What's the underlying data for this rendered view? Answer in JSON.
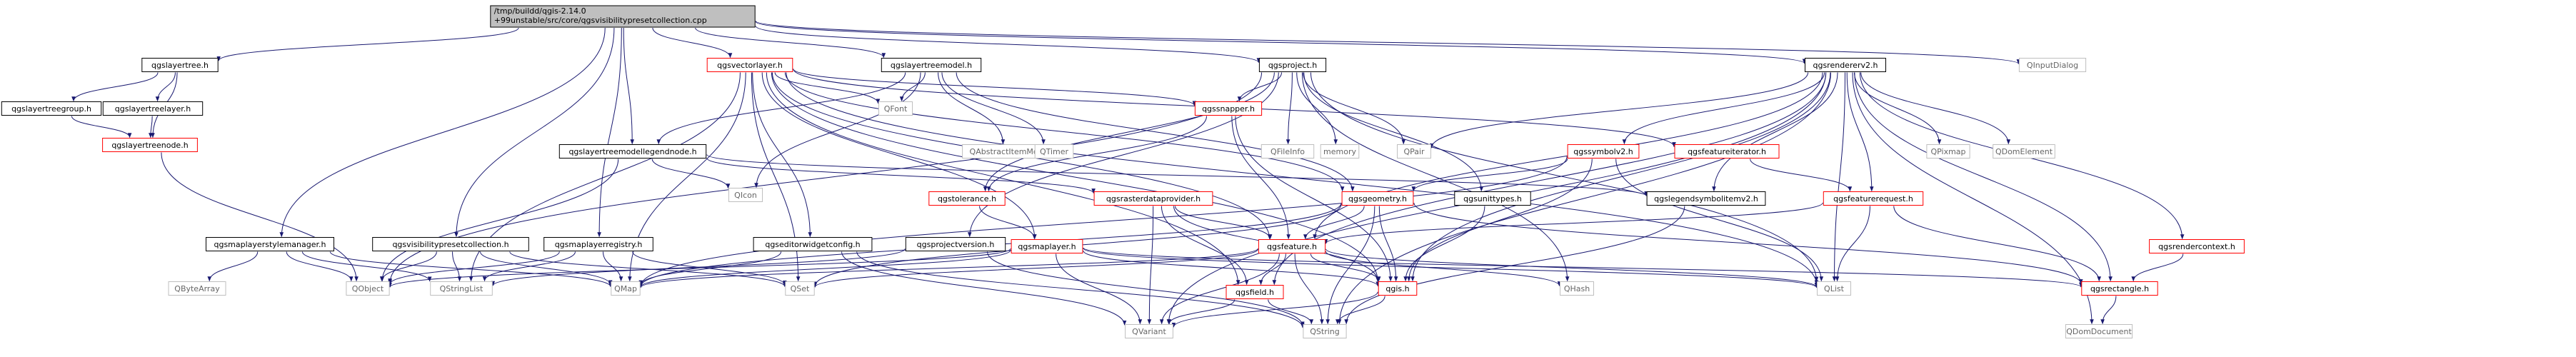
{
  "colors": {
    "root_fill": "#bfbfbf",
    "box_stroke": "#000000",
    "linked_stroke": "#ff0000",
    "external_stroke": "#bfbfbf",
    "external_text": "#666666",
    "text": "#000000",
    "edge": "#191970"
  },
  "nodes": [
    {
      "id": "root",
      "lines": [
        "/tmp/buildd/qgis-2.14.0",
        "+99unstable/src/core/qgsvisibilitypresetcollection.cpp"
      ],
      "kind": "root"
    },
    {
      "id": "qgslayertree",
      "lines": [
        "qgslayertree.h"
      ],
      "kind": "normal"
    },
    {
      "id": "qgsvectorlayer",
      "lines": [
        "qgsvectorlayer.h"
      ],
      "kind": "linked"
    },
    {
      "id": "qgslayertreemodel",
      "lines": [
        "qgslayertreemodel.h"
      ],
      "kind": "normal"
    },
    {
      "id": "qgsproject",
      "lines": [
        "qgsproject.h"
      ],
      "kind": "normal"
    },
    {
      "id": "qgsrendererv2",
      "lines": [
        "qgsrendererv2.h"
      ],
      "kind": "normal"
    },
    {
      "id": "QInputDialog",
      "lines": [
        "QInputDialog"
      ],
      "kind": "external"
    },
    {
      "id": "qgslayertreegroup",
      "lines": [
        "qgslayertreegroup.h"
      ],
      "kind": "normal"
    },
    {
      "id": "qgslayertreelayer",
      "lines": [
        "qgslayertreelayer.h"
      ],
      "kind": "normal"
    },
    {
      "id": "qgslayertreenode",
      "lines": [
        "qgslayertreenode.h"
      ],
      "kind": "linked"
    },
    {
      "id": "qgslayertreemodellegendnode",
      "lines": [
        "qgslayertreemodellegendnode.h"
      ],
      "kind": "normal"
    },
    {
      "id": "QFont",
      "lines": [
        "QFont"
      ],
      "kind": "external"
    },
    {
      "id": "QAbstractItemModel",
      "lines": [
        "QAbstractItemModel"
      ],
      "kind": "external"
    },
    {
      "id": "QTimer",
      "lines": [
        "QTimer"
      ],
      "kind": "external"
    },
    {
      "id": "qgssnapper",
      "lines": [
        "qgssnapper.h"
      ],
      "kind": "linked"
    },
    {
      "id": "QFileInfo",
      "lines": [
        "QFileInfo"
      ],
      "kind": "external"
    },
    {
      "id": "memory",
      "lines": [
        "memory"
      ],
      "kind": "external"
    },
    {
      "id": "QPair",
      "lines": [
        "QPair"
      ],
      "kind": "external"
    },
    {
      "id": "qgssymbolv2",
      "lines": [
        "qgssymbolv2.h"
      ],
      "kind": "linked"
    },
    {
      "id": "qgsfeatureiterator",
      "lines": [
        "qgsfeatureiterator.h"
      ],
      "kind": "linked"
    },
    {
      "id": "QPixmap",
      "lines": [
        "QPixmap"
      ],
      "kind": "external"
    },
    {
      "id": "QDomElement",
      "lines": [
        "QDomElement"
      ],
      "kind": "external"
    },
    {
      "id": "QIcon",
      "lines": [
        "QIcon"
      ],
      "kind": "external"
    },
    {
      "id": "qgstolerance",
      "lines": [
        "qgstolerance.h"
      ],
      "kind": "linked"
    },
    {
      "id": "qgsrasterdataprovider",
      "lines": [
        "qgsrasterdataprovider.h"
      ],
      "kind": "linked"
    },
    {
      "id": "qgsgeometry",
      "lines": [
        "qgsgeometry.h"
      ],
      "kind": "linked"
    },
    {
      "id": "qgsunittypes",
      "lines": [
        "qgsunittypes.h"
      ],
      "kind": "normal"
    },
    {
      "id": "qgslegendsymbolitemv2",
      "lines": [
        "qgslegendsymbolitemv2.h"
      ],
      "kind": "normal"
    },
    {
      "id": "qgsfeaturerequest",
      "lines": [
        "qgsfeaturerequest.h"
      ],
      "kind": "linked"
    },
    {
      "id": "qgsmaplayerstylemanager",
      "lines": [
        "qgsmaplayerstylemanager.h"
      ],
      "kind": "normal"
    },
    {
      "id": "qgsvisibilitypresetcollection",
      "lines": [
        "qgsvisibilitypresetcollection.h"
      ],
      "kind": "normal"
    },
    {
      "id": "qgsmaplayerregistry",
      "lines": [
        "qgsmaplayerregistry.h"
      ],
      "kind": "normal"
    },
    {
      "id": "qgseditorwidgetconfig",
      "lines": [
        "qgseditorwidgetconfig.h"
      ],
      "kind": "normal"
    },
    {
      "id": "qgsprojectversion",
      "lines": [
        "qgsprojectversion.h"
      ],
      "kind": "normal"
    },
    {
      "id": "qgsmaplayer",
      "lines": [
        "qgsmaplayer.h"
      ],
      "kind": "linked"
    },
    {
      "id": "qgsfeature",
      "lines": [
        "qgsfeature.h"
      ],
      "kind": "linked"
    },
    {
      "id": "qgsrendercontext",
      "lines": [
        "qgsrendercontext.h"
      ],
      "kind": "linked"
    },
    {
      "id": "QByteArray",
      "lines": [
        "QByteArray"
      ],
      "kind": "external"
    },
    {
      "id": "QObject",
      "lines": [
        "QObject"
      ],
      "kind": "external"
    },
    {
      "id": "QStringList",
      "lines": [
        "QStringList"
      ],
      "kind": "external"
    },
    {
      "id": "QMap",
      "lines": [
        "QMap"
      ],
      "kind": "external"
    },
    {
      "id": "QSet",
      "lines": [
        "QSet"
      ],
      "kind": "external"
    },
    {
      "id": "qgis",
      "lines": [
        "qgis.h"
      ],
      "kind": "linked"
    },
    {
      "id": "QHash",
      "lines": [
        "QHash"
      ],
      "kind": "external"
    },
    {
      "id": "QList",
      "lines": [
        "QList"
      ],
      "kind": "external"
    },
    {
      "id": "qgsrectangle",
      "lines": [
        "qgsrectangle.h"
      ],
      "kind": "linked"
    },
    {
      "id": "qgsfield",
      "lines": [
        "qgsfield.h"
      ],
      "kind": "linked"
    },
    {
      "id": "QVariant",
      "lines": [
        "QVariant"
      ],
      "kind": "external"
    },
    {
      "id": "QString",
      "lines": [
        "QString"
      ],
      "kind": "external"
    },
    {
      "id": "QDomDocument",
      "lines": [
        "QDomDocument"
      ],
      "kind": "external"
    }
  ],
  "edges": [
    [
      "root",
      "qgslayertree"
    ],
    [
      "root",
      "qgsvectorlayer"
    ],
    [
      "root",
      "qgslayertreemodel"
    ],
    [
      "root",
      "qgsproject"
    ],
    [
      "root",
      "qgsrendererv2"
    ],
    [
      "root",
      "QInputDialog"
    ],
    [
      "root",
      "qgsmaplayerstylemanager"
    ],
    [
      "root",
      "qgsvisibilitypresetcollection"
    ],
    [
      "root",
      "qgsmaplayerregistry"
    ],
    [
      "root",
      "qgslayertreemodellegendnode"
    ],
    [
      "qgslayertree",
      "qgslayertreegroup"
    ],
    [
      "qgslayertree",
      "qgslayertreelayer"
    ],
    [
      "qgslayertree",
      "qgslayertreenode"
    ],
    [
      "qgslayertreegroup",
      "qgslayertreenode"
    ],
    [
      "qgslayertreelayer",
      "qgslayertreenode"
    ],
    [
      "qgslayertreenode",
      "QObject"
    ],
    [
      "qgsvectorlayer",
      "QFont"
    ],
    [
      "qgsvectorlayer",
      "QSet"
    ],
    [
      "qgsvectorlayer",
      "QList"
    ],
    [
      "qgsvectorlayer",
      "QMap"
    ],
    [
      "qgsvectorlayer",
      "QStringList"
    ],
    [
      "qgsvectorlayer",
      "qgsmaplayer"
    ],
    [
      "qgsvectorlayer",
      "qgsfeature"
    ],
    [
      "qgsvectorlayer",
      "qgsfeatureiterator"
    ],
    [
      "qgsvectorlayer",
      "qgseditorwidgetconfig"
    ],
    [
      "qgsvectorlayer",
      "qgsfield"
    ],
    [
      "qgsvectorlayer",
      "qgssnapper"
    ],
    [
      "qgsvectorlayer",
      "qgis"
    ],
    [
      "qgsvectorlayer",
      "qgsgeometry"
    ],
    [
      "qgslayertreemodel",
      "QAbstractItemModel"
    ],
    [
      "qgslayertreemodel",
      "QTimer"
    ],
    [
      "qgslayertreemodel",
      "QIcon"
    ],
    [
      "qgslayertreemodel",
      "QFont"
    ],
    [
      "qgslayertreemodel",
      "qgsgeometry"
    ],
    [
      "qgslayertreemodel",
      "qgslayertreemodellegendnode"
    ],
    [
      "qgslayertreemodellegendnode",
      "QIcon"
    ],
    [
      "qgslayertreemodellegendnode",
      "qgslegendsymbolitemv2"
    ],
    [
      "qgslayertreemodellegendnode",
      "QObject"
    ],
    [
      "qgslayertreemodellegendnode",
      "qgsrasterdataprovider"
    ],
    [
      "qgsproject",
      "memory"
    ],
    [
      "qgsproject",
      "QFileInfo"
    ],
    [
      "qgsproject",
      "QPair"
    ],
    [
      "qgsproject",
      "qgssnapper"
    ],
    [
      "qgsproject",
      "qgsunittypes"
    ],
    [
      "qgsproject",
      "qgsprojectversion"
    ],
    [
      "qgsproject",
      "QHash"
    ],
    [
      "qgsproject",
      "QList"
    ],
    [
      "qgsproject",
      "QObject"
    ],
    [
      "qgsproject",
      "qgstolerance"
    ],
    [
      "qgsrendererv2",
      "QList"
    ],
    [
      "qgsrendererv2",
      "QString"
    ],
    [
      "qgsrendererv2",
      "QVariant"
    ],
    [
      "qgsrendererv2",
      "QPair"
    ],
    [
      "qgsrendererv2",
      "QPixmap"
    ],
    [
      "qgsrendererv2",
      "QDomElement"
    ],
    [
      "qgsrendererv2",
      "qgis"
    ],
    [
      "qgsrendererv2",
      "qgsrectangle"
    ],
    [
      "qgsrendererv2",
      "qgsfeature"
    ],
    [
      "qgsrendererv2",
      "qgssymbolv2"
    ],
    [
      "qgsrendererv2",
      "qgsfield"
    ],
    [
      "qgsrendererv2",
      "qgsfeaturerequest"
    ],
    [
      "qgsrendererv2",
      "qgslegendsymbolitemv2"
    ],
    [
      "qgsrendererv2",
      "qgsrendercontext"
    ],
    [
      "qgsrendererv2",
      "QDomDocument"
    ],
    [
      "qgssnapper",
      "qgstolerance"
    ],
    [
      "qgssnapper",
      "qgsfeature"
    ],
    [
      "qgssnapper",
      "qgis"
    ],
    [
      "qgssymbolv2",
      "qgis"
    ],
    [
      "qgssymbolv2",
      "QMap"
    ],
    [
      "qgssymbolv2",
      "qgsgeometry"
    ],
    [
      "qgssymbolv2",
      "QList"
    ],
    [
      "qgsfeatureiterator",
      "qgsfeaturerequest"
    ],
    [
      "qgsfeaturerequest",
      "qgsfeature"
    ],
    [
      "qgsfeaturerequest",
      "qgsrectangle"
    ],
    [
      "qgsfeaturerequest",
      "QList"
    ],
    [
      "qgstolerance",
      "qgsmaplayer"
    ],
    [
      "qgsrasterdataprovider",
      "qgsfield"
    ],
    [
      "qgsrasterdataprovider",
      "qgsfeature"
    ],
    [
      "qgsrasterdataprovider",
      "QVariant"
    ],
    [
      "qgsrasterdataprovider",
      "qgis"
    ],
    [
      "qgsgeometry",
      "qgsfeature"
    ],
    [
      "qgsgeometry",
      "qgis"
    ],
    [
      "qgsgeometry",
      "QString"
    ],
    [
      "qgsgeometry",
      "qgsrectangle"
    ],
    [
      "qgsgeometry",
      "QSet"
    ],
    [
      "qgsgeometry",
      "QMap"
    ],
    [
      "qgsunittypes",
      "qgis"
    ],
    [
      "qgslegendsymbolitemv2",
      "QString"
    ],
    [
      "qgsmaplayerstylemanager",
      "QByteArray"
    ],
    [
      "qgsmaplayerstylemanager",
      "QObject"
    ],
    [
      "qgsmaplayerstylemanager",
      "QStringList"
    ],
    [
      "qgsmaplayerstylemanager",
      "QMap"
    ],
    [
      "qgsvisibilitypresetcollection",
      "QObject"
    ],
    [
      "qgsvisibilitypresetcollection",
      "QStringList"
    ],
    [
      "qgsvisibilitypresetcollection",
      "QMap"
    ],
    [
      "qgsvisibilitypresetcollection",
      "QSet"
    ],
    [
      "qgsmaplayerregistry",
      "QObject"
    ],
    [
      "qgsmaplayerregistry",
      "QStringList"
    ],
    [
      "qgsmaplayerregistry",
      "QMap"
    ],
    [
      "qgsmaplayerregistry",
      "QSet"
    ],
    [
      "qgseditorwidgetconfig",
      "QMap"
    ],
    [
      "qgseditorwidgetconfig",
      "QString"
    ],
    [
      "qgseditorwidgetconfig",
      "QVariant"
    ],
    [
      "qgsprojectversion",
      "QString"
    ],
    [
      "qgsprojectversion",
      "QStringList"
    ],
    [
      "qgsmaplayer",
      "QObject"
    ],
    [
      "qgsmaplayer",
      "QMap"
    ],
    [
      "qgsmaplayer",
      "QVariant"
    ],
    [
      "qgsmaplayer",
      "qgsrectangle"
    ],
    [
      "qgsmaplayer",
      "qgis"
    ],
    [
      "qgsmaplayer",
      "QList"
    ],
    [
      "qgsfeature",
      "QMap"
    ],
    [
      "qgsfeature",
      "QSet"
    ],
    [
      "qgsfeature",
      "QVariant"
    ],
    [
      "qgsfeature",
      "QString"
    ],
    [
      "qgsfeature",
      "QHash"
    ],
    [
      "qgsfeature",
      "QList"
    ],
    [
      "qgsfeature",
      "qgsfield"
    ],
    [
      "qgsfeature",
      "qgis"
    ],
    [
      "qgsrendercontext",
      "qgsrectangle"
    ],
    [
      "qgis",
      "QVariant"
    ],
    [
      "qgis",
      "QString"
    ],
    [
      "qgsrectangle",
      "QDomDocument"
    ],
    [
      "qgsfield",
      "QVariant"
    ],
    [
      "qgsfield",
      "QString"
    ]
  ]
}
